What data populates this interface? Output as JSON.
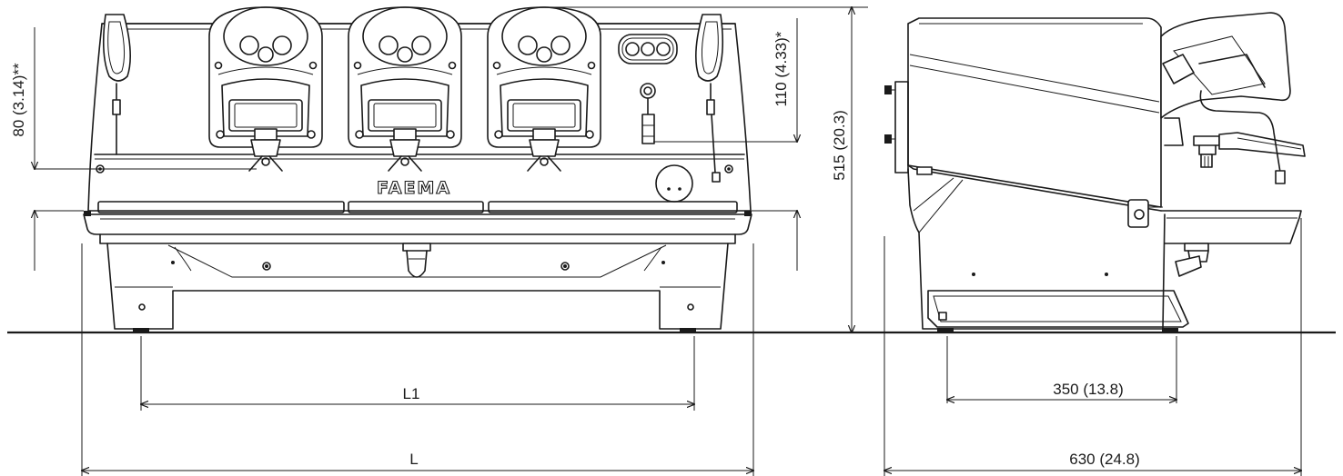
{
  "brand": "FAEMA",
  "dimensions": {
    "front_group_offset": "80 (3.14)**",
    "front_steam_height": "110 (4.33)*",
    "total_height": "515 (20.3)",
    "foot_span": "L1",
    "total_width": "L",
    "side_foot_span": "350 (13.8)",
    "total_depth": "630 (24.8)"
  },
  "colors": {
    "line": "#1a1a1a",
    "background": "#ffffff"
  }
}
